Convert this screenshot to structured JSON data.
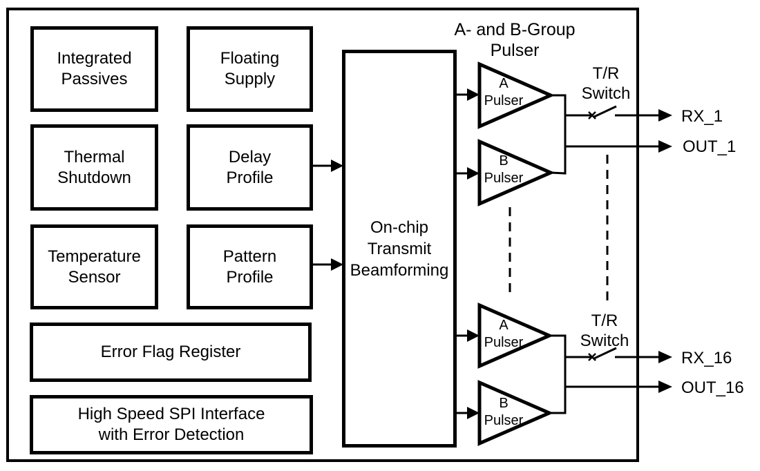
{
  "diagram_title": {
    "line1": "A- and B-Group",
    "line2": "Pulser"
  },
  "blocks": {
    "integrated_passives": {
      "line1": "Integrated",
      "line2": "Passives"
    },
    "floating_supply": {
      "line1": "Floating",
      "line2": "Supply"
    },
    "thermal_shutdown": {
      "line1": "Thermal",
      "line2": "Shutdown"
    },
    "delay_profile": {
      "line1": "Delay",
      "line2": "Profile"
    },
    "temperature_sensor": {
      "line1": "Temperature",
      "line2": "Sensor"
    },
    "pattern_profile": {
      "line1": "Pattern",
      "line2": "Profile"
    },
    "error_flag_register": {
      "line1": "Error Flag Register"
    },
    "spi_interface": {
      "line1": "High Speed SPI Interface",
      "line2": "with Error Detection"
    },
    "beamforming": {
      "line1": "On-chip",
      "line2": "Transmit",
      "line3": "Beamforming"
    }
  },
  "pulser_channels": {
    "top": {
      "a_pulser": {
        "line1": "A",
        "line2": "Pulser"
      },
      "b_pulser": {
        "line1": "B",
        "line2": "Pulser"
      },
      "switch_label": {
        "line1": "T/R",
        "line2": "Switch"
      },
      "rx_port": "RX_1",
      "out_port": "OUT_1"
    },
    "bottom": {
      "a_pulser": {
        "line1": "A",
        "line2": "Pulser"
      },
      "b_pulser": {
        "line1": "B",
        "line2": "Pulser"
      },
      "switch_label": {
        "line1": "T/R",
        "line2": "Switch"
      },
      "rx_port": "RX_16",
      "out_port": "OUT_16"
    }
  },
  "colors": {
    "ink": "#000000",
    "background": "#ffffff"
  }
}
